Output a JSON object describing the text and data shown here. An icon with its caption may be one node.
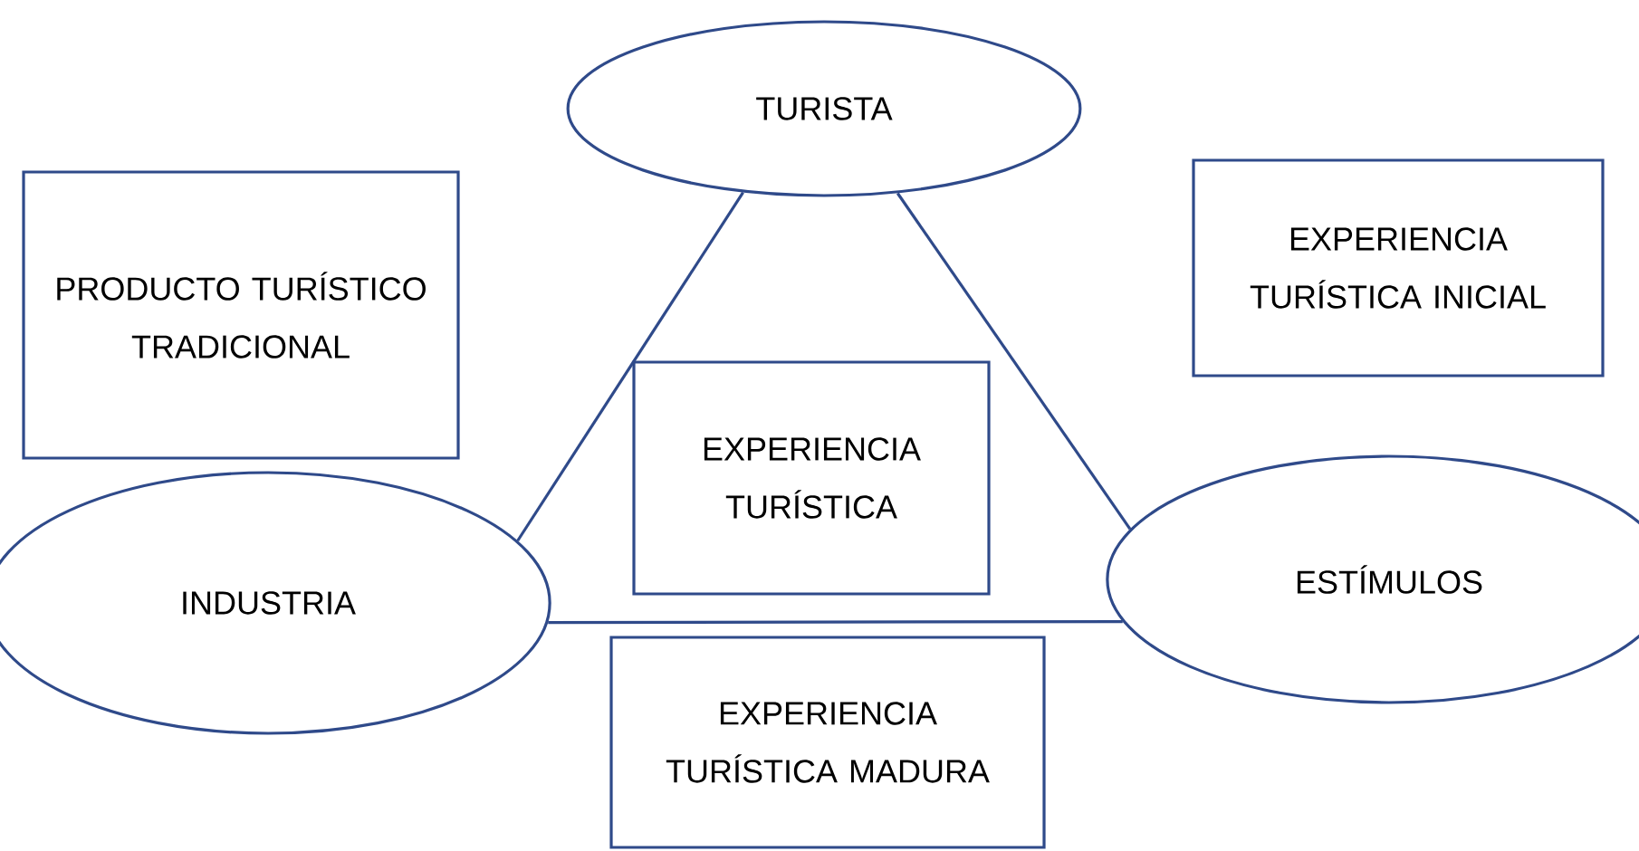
{
  "diagram": {
    "nodes": [
      {
        "text": [
          "TURISTA"
        ]
      },
      {
        "text": [
          "PRODUCTO TURÍSTICO TRADICIONAL"
        ]
      },
      {
        "text": [
          "EXPERIENCIA TURÍSTICA INICIAL"
        ]
      },
      {
        "text": [
          "EXPERIENCIA TURÍSTICA"
        ]
      },
      {
        "text": [
          "INDUSTRIA"
        ]
      },
      {
        "text": [
          "ESTÍMULOS"
        ]
      },
      {
        "text": [
          "EXPERIENCIA TURÍSTICA MADURA"
        ]
      }
    ],
    "edges": [
      {
        "from": 0,
        "to": 4,
        "arrow": "none"
      },
      {
        "from": 0,
        "to": 5,
        "arrow": "none"
      },
      {
        "from": 4,
        "to": 5,
        "arrow": "none"
      }
    ]
  }
}
